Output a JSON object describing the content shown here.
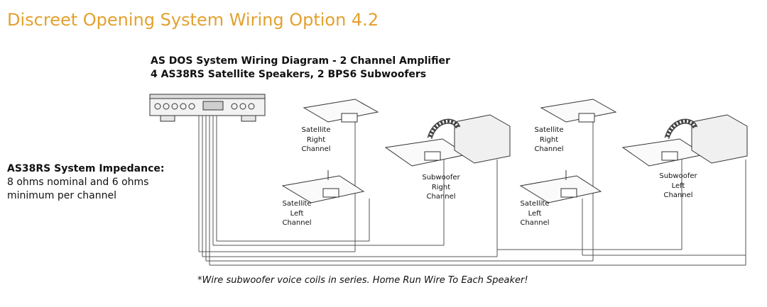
{
  "page_title": "Discreet Opening System Wiring Option 4.2",
  "diagram_title": {
    "line1": "AS DOS System Wiring Diagram - 2 Channel Amplifier",
    "line2": "4 AS38RS Satellite Speakers, 2 BPS6 Subwoofers"
  },
  "impedance": {
    "heading": "AS38RS System Impedance:",
    "line1": "8 ohms nominal and 6 ohms",
    "line2": "minimum per channel"
  },
  "speakers": {
    "sat_right_1": [
      "Satellite",
      "Right",
      "Channel"
    ],
    "sat_left_1": [
      "Satellite",
      "Left",
      "Channel"
    ],
    "sub_right": [
      "Subwoofer",
      "Right",
      "Channel"
    ],
    "sat_right_2": [
      "Satellite",
      "Right",
      "Channel"
    ],
    "sat_left_2": [
      "Satellite",
      "Left",
      "Channel"
    ],
    "sub_left": [
      "Subwoofer",
      "Left",
      "Channel"
    ]
  },
  "footnote": "*Wire subwoofer voice coils in series. Home Run Wire To Each Speaker!"
}
